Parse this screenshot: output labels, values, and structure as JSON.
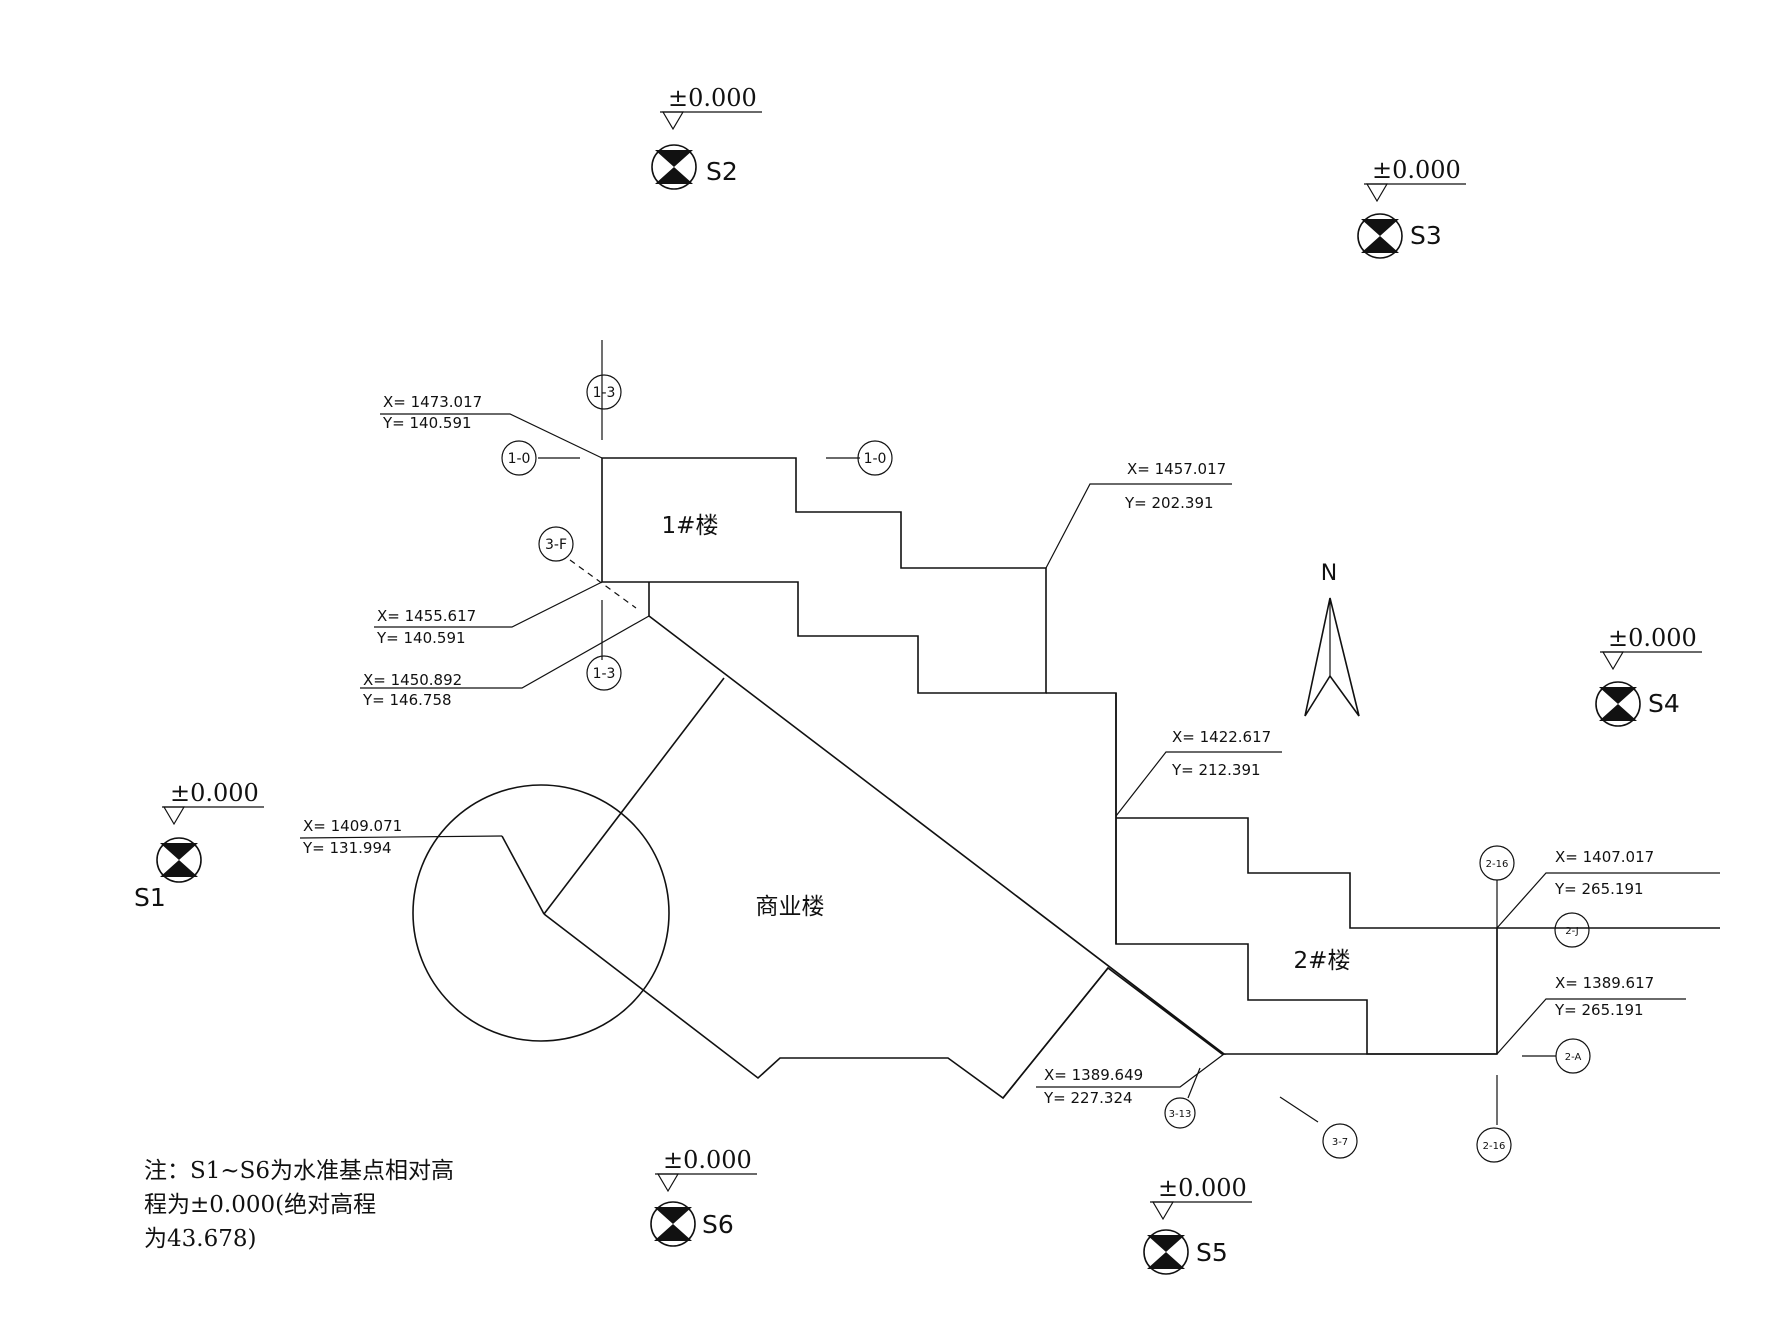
{
  "benchmarks": [
    {
      "id": "S1",
      "level": "±0.000"
    },
    {
      "id": "S2",
      "level": "±0.000"
    },
    {
      "id": "S3",
      "level": "±0.000"
    },
    {
      "id": "S4",
      "level": "±0.000"
    },
    {
      "id": "S5",
      "level": "±0.000"
    },
    {
      "id": "S6",
      "level": "±0.000"
    }
  ],
  "buildings": {
    "b1": "1#楼",
    "b2": "2#楼",
    "commercial": "商业楼"
  },
  "coords": [
    {
      "x": "X= 1473.017",
      "y": "Y= 140.591"
    },
    {
      "x": "X= 1455.617",
      "y": "Y= 140.591"
    },
    {
      "x": "X= 1450.892",
      "y": "Y= 146.758"
    },
    {
      "x": "X= 1409.071",
      "y": "Y= 131.994"
    },
    {
      "x": "X= 1457.017",
      "y": "Y= 202.391"
    },
    {
      "x": "X= 1422.617",
      "y": "Y= 212.391"
    },
    {
      "x": "X= 1407.017",
      "y": "Y= 265.191"
    },
    {
      "x": "X= 1389.617",
      "y": "Y= 265.191"
    },
    {
      "x": "X= 1389.649",
      "y": "Y= 227.324"
    }
  ],
  "axes": {
    "a13_top": "1-3",
    "a10_left": "1-0",
    "a10_right": "1-0",
    "a3F": "3-F",
    "a13_bot": "1-3",
    "a216_top": "2-16",
    "a2J": "2-J",
    "a2A": "2-A",
    "a216_bot": "2-16",
    "a313": "3-13",
    "a37": "3-7"
  },
  "north": "N",
  "note": {
    "line1": "注：S1~S6为水准基点相对高",
    "line2": "程为±0.000(绝对高程",
    "line3": "为43.678)"
  }
}
